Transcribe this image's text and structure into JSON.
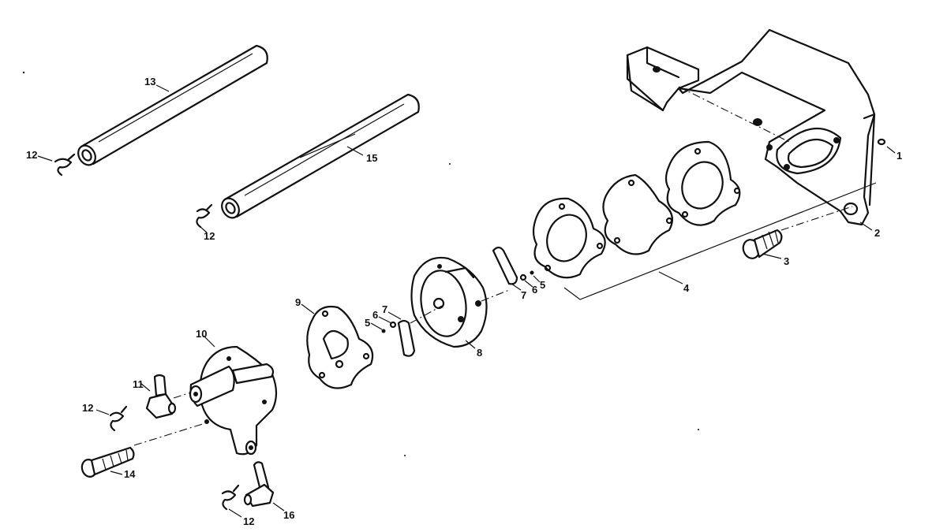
{
  "labels": {
    "p1": "1",
    "p2": "2",
    "p3": "3",
    "p4": "4",
    "p5a": "5",
    "p5b": "5",
    "p6a": "6",
    "p6b": "6",
    "p7a": "7",
    "p7b": "7",
    "p8": "8",
    "p9": "9",
    "p10": "10",
    "p11": "11",
    "p12a": "12",
    "p12b": "12",
    "p12c": "12",
    "p12d": "12",
    "p13": "13",
    "p14": "14",
    "p15": "15",
    "p16": "16"
  },
  "colors": {
    "ink": "#111111",
    "paper": "#ffffff"
  }
}
